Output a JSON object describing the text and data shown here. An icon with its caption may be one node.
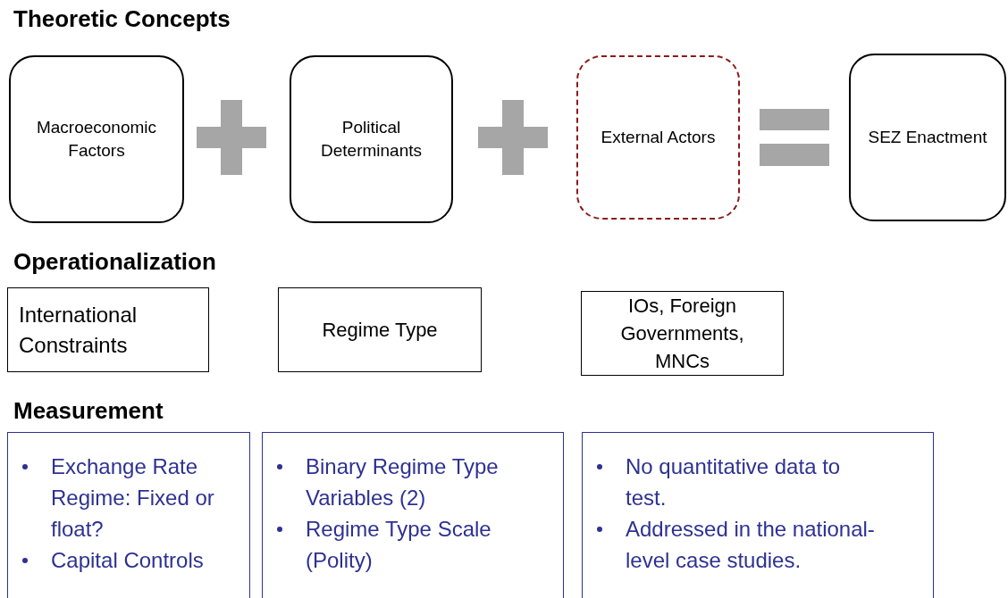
{
  "diagram": {
    "nodes": [
      {
        "text": [
          "Macroeconomic Factors"
        ]
      },
      {
        "text": [
          "Political Determinants"
        ]
      },
      {
        "text": [
          "External Actors"
        ]
      },
      {
        "text": [
          "SEZ Enactment"
        ]
      },
      {
        "text": [
          "International Constraints"
        ]
      },
      {
        "text": [
          "Regime Type"
        ]
      },
      {
        "text": [
          "IOs, Foreign Governments, MNCs"
        ]
      },
      {
        "text": [
          "Exchange Rate Regime: Fixed or float?",
          "Capital Controls"
        ]
      },
      {
        "text": [
          "Binary Regime Type Variables (2)",
          "Regime Type Scale (Polity)"
        ]
      },
      {
        "text": [
          "No quantitative data to test.",
          "Addressed in the national-level case studies."
        ]
      }
    ],
    "edges": [],
    "labels": [
      "Theoretic Concepts",
      "Operationalization",
      "Measurement"
    ]
  }
}
